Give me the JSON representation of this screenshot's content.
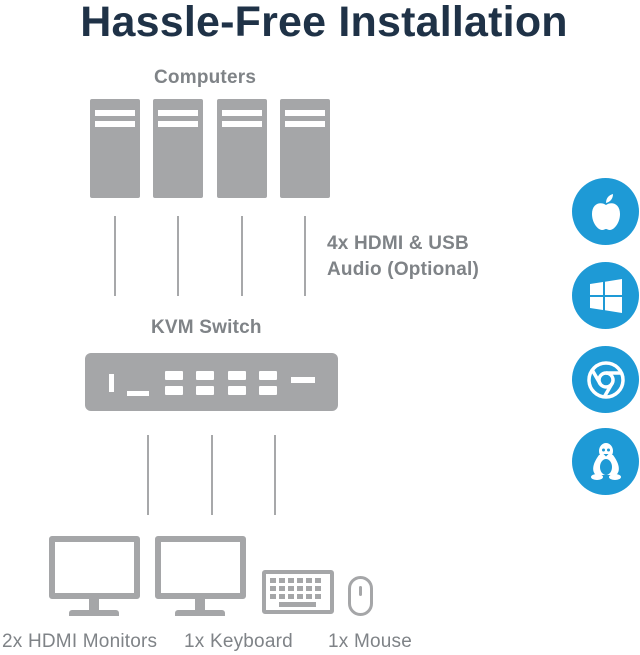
{
  "title": "Hassle-Free Installation",
  "labels": {
    "computers": "Computers",
    "cable_line1": "4x HDMI & USB",
    "cable_line2": "Audio (Optional)",
    "kvm_switch": "KVM Switch",
    "monitors": "2x HDMI Monitors",
    "keyboard": "1x Keyboard",
    "mouse": "1x Mouse"
  },
  "devices": {
    "computer_count": 4,
    "monitor_count": 2
  },
  "os_icons": [
    "apple-icon",
    "windows-icon",
    "chrome-icon",
    "linux-icon"
  ],
  "colors": {
    "title": "#1f3247",
    "device_gray": "#a5a6a8",
    "label_gray": "#7f8387",
    "os_blue": "#1e9ad6"
  }
}
